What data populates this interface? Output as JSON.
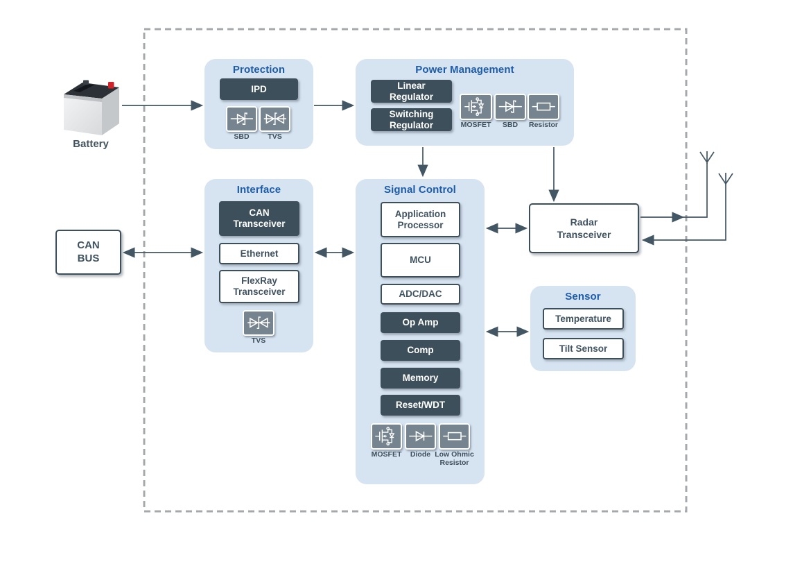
{
  "colors": {
    "panel_bg": "#d6e3f1",
    "panel_title_blue": "#1d5ca9",
    "dark_box_bg": "#3d4f5b",
    "dark_box_text": "#ffffff",
    "light_box_border": "#3d4f5b",
    "light_box_text": "#3f5260",
    "icon_tile_bg": "#76848f",
    "icon_stroke": "#ffffff",
    "connector_line": "#435663",
    "dashed_border": "#a5a9ac",
    "battery_terminal_red": "#d1232a"
  },
  "external": {
    "battery_label": "Battery",
    "can_bus_label": "CAN BUS",
    "tx_antenna_icon": "antenna",
    "rx_antenna_icon": "antenna"
  },
  "nodes": {
    "radar_transceiver_label": "Radar Transceiver"
  },
  "panels": {
    "protection": {
      "title": "Protection",
      "boxes": [
        {
          "label": "IPD",
          "style": "dark"
        }
      ],
      "icons": [
        {
          "name": "sbd",
          "label": "SBD"
        },
        {
          "name": "tvs",
          "label": "TVS"
        }
      ]
    },
    "power_management": {
      "title": "Power Management",
      "boxes": [
        {
          "label": "Linear Regulator",
          "style": "dark"
        },
        {
          "label": "Switching Regulator",
          "style": "dark"
        }
      ],
      "icons": [
        {
          "name": "mosfet",
          "label": "MOSFET"
        },
        {
          "name": "sbd",
          "label": "SBD"
        },
        {
          "name": "resistor",
          "label": "Resistor"
        }
      ]
    },
    "interface": {
      "title": "Interface",
      "boxes": [
        {
          "label": "CAN Transceiver",
          "style": "dark"
        },
        {
          "label": "Ethernet",
          "style": "light"
        },
        {
          "label": "FlexRay Transceiver",
          "style": "light"
        }
      ],
      "icons": [
        {
          "name": "tvs",
          "label": "TVS"
        }
      ]
    },
    "signal_control": {
      "title": "Signal Control",
      "boxes": [
        {
          "label": "Application Processor",
          "style": "light"
        },
        {
          "label": "MCU",
          "style": "light"
        },
        {
          "label": "ADC/DAC",
          "style": "light"
        },
        {
          "label": "Op Amp",
          "style": "dark"
        },
        {
          "label": "Comp",
          "style": "dark"
        },
        {
          "label": "Memory",
          "style": "dark"
        },
        {
          "label": "Reset/WDT",
          "style": "dark"
        }
      ],
      "icons": [
        {
          "name": "mosfet",
          "label": "MOSFET"
        },
        {
          "name": "diode",
          "label": "Diode"
        },
        {
          "name": "low-ohmic-resistor",
          "label": "Low Ohmic Resistor"
        }
      ]
    },
    "sensor": {
      "title": "Sensor",
      "boxes": [
        {
          "label": "Temperature",
          "style": "light"
        },
        {
          "label": "Tilt Sensor",
          "style": "light"
        }
      ]
    }
  }
}
